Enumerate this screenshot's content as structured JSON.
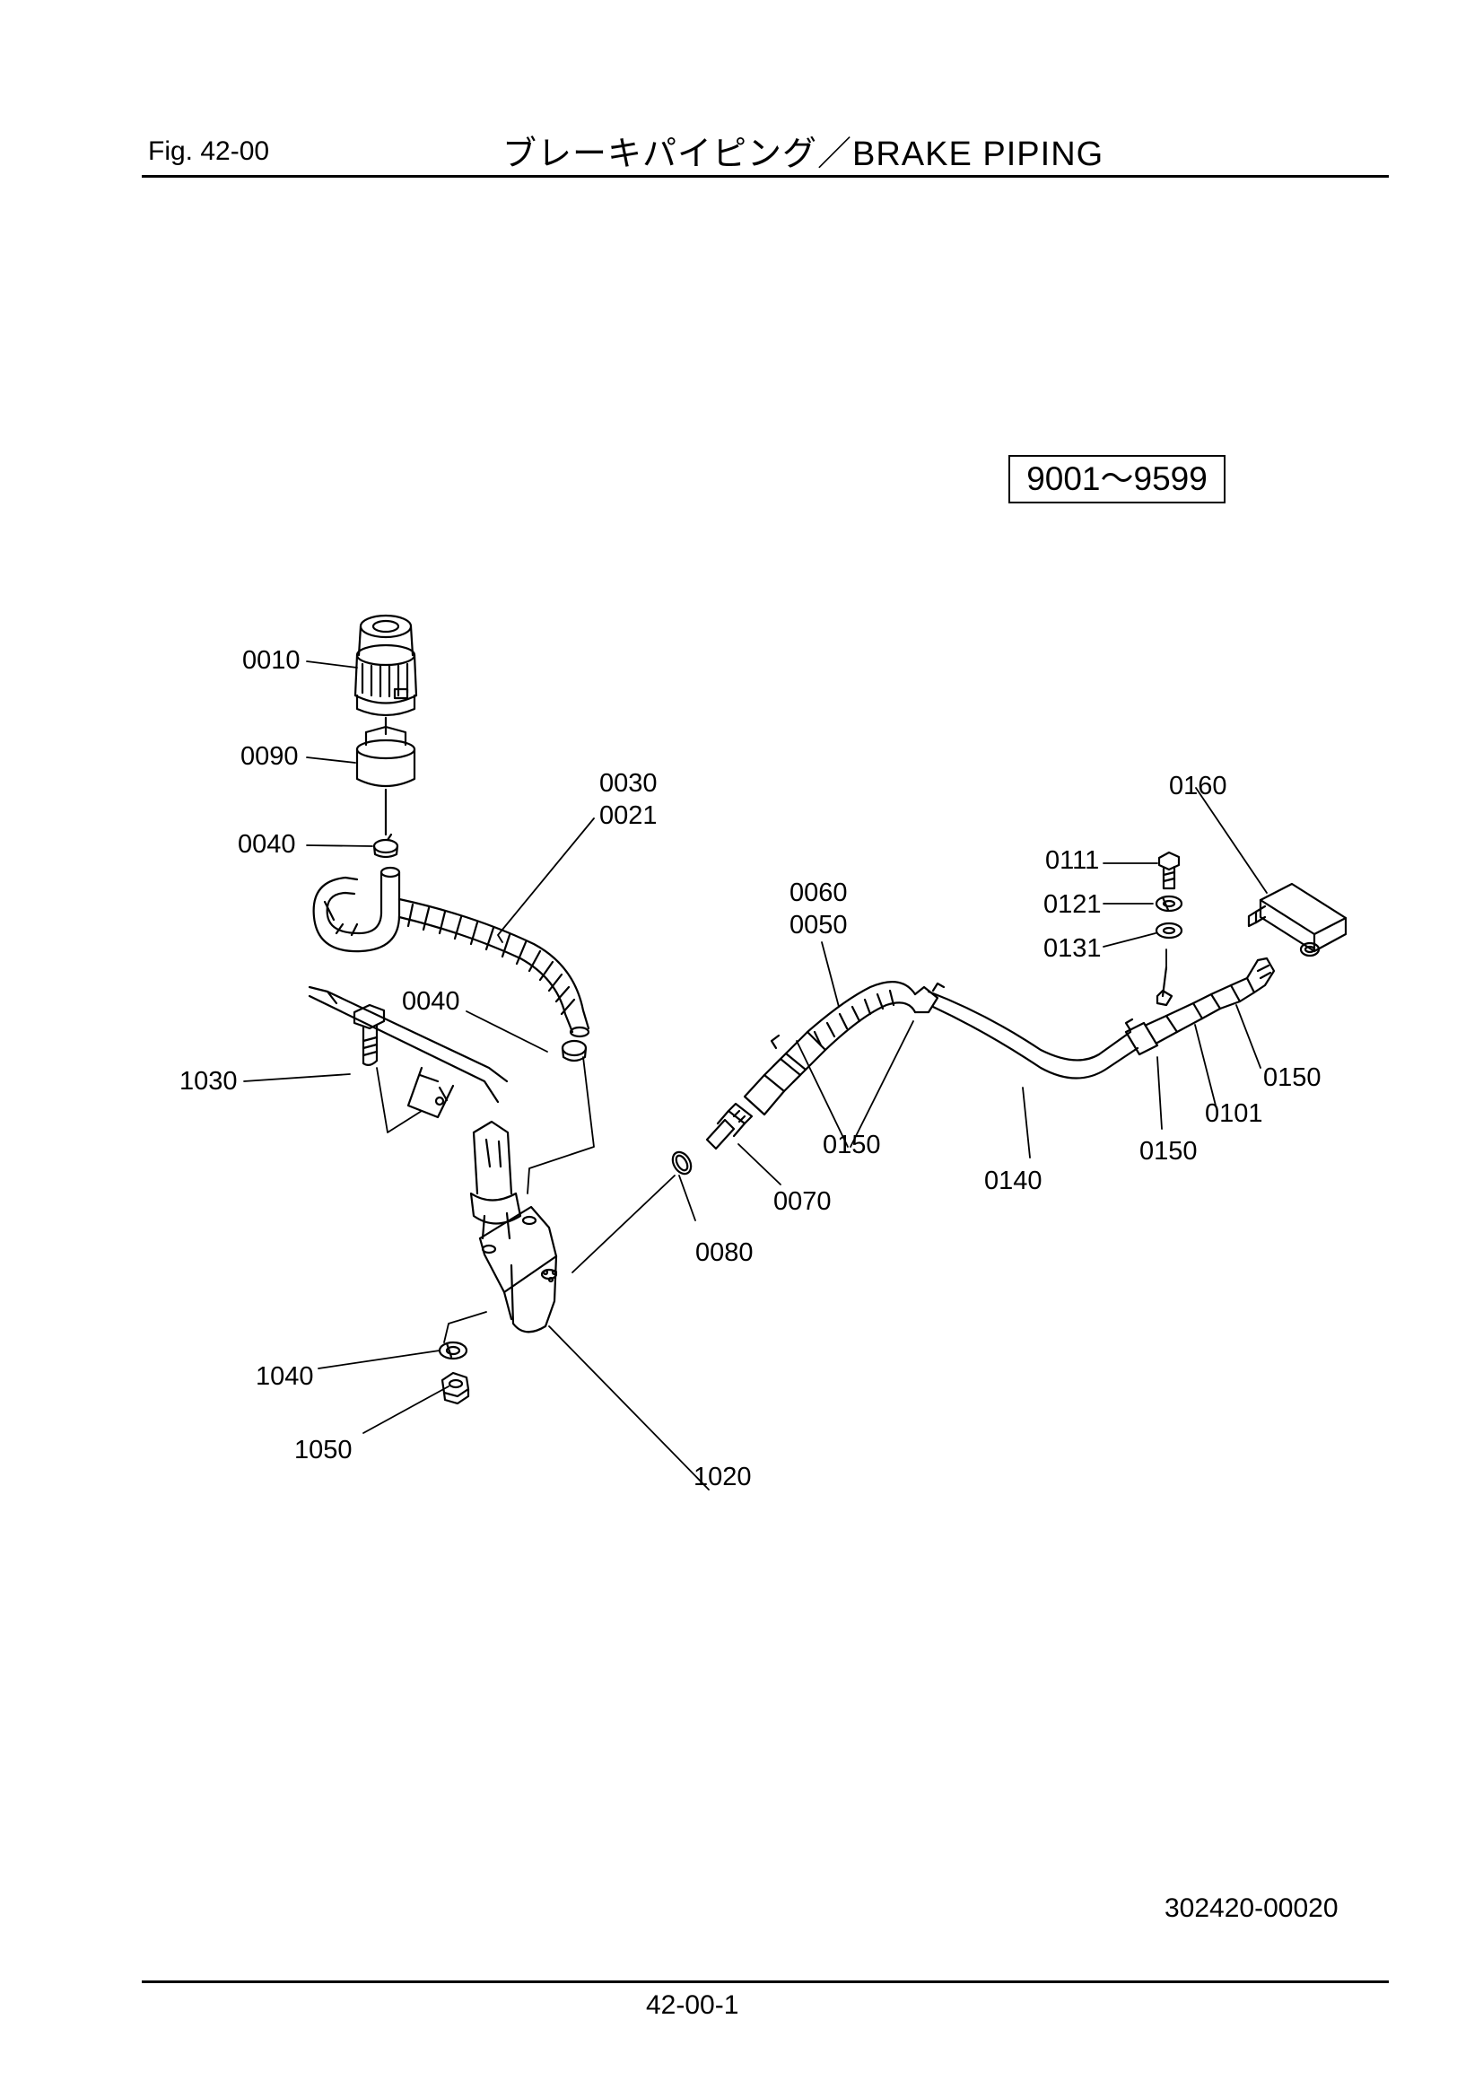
{
  "header": {
    "figure": "Fig.  42-00",
    "title": "ブレーキパイピング／BRAKE  PIPING"
  },
  "serial_range": "9001～9599",
  "part_labels": {
    "p0010": "0010",
    "p0090": "0090",
    "p0040a": "0040",
    "p0030": "0030",
    "p0021": "0021",
    "p0040b": "0040",
    "p1030": "1030",
    "p0060": "0060",
    "p0050": "0050",
    "p0150a": "0150",
    "p0070": "0070",
    "p0080": "0080",
    "p1040": "1040",
    "p1050": "1050",
    "p1020": "1020",
    "p0140": "0140",
    "p0160": "0160",
    "p0111": "0111",
    "p0121": "0121",
    "p0131": "0131",
    "p0150b": "0150",
    "p0101": "0101",
    "p0150c": "0150"
  },
  "drawing_number": "302420-00020",
  "page_number": "42-00-1"
}
